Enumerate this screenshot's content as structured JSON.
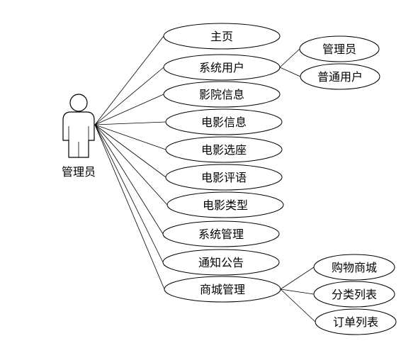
{
  "actor": {
    "label": "管理员"
  },
  "use_cases": [
    {
      "id": "home",
      "label": "主页"
    },
    {
      "id": "system-users",
      "label": "系统用户",
      "children": [
        {
          "id": "admin",
          "label": "管理员"
        },
        {
          "id": "regular-users",
          "label": "普通用户"
        }
      ]
    },
    {
      "id": "cinema-info",
      "label": "影院信息"
    },
    {
      "id": "movie-info",
      "label": "电影信息"
    },
    {
      "id": "seat-selection",
      "label": "电影选座"
    },
    {
      "id": "movie-reviews",
      "label": "电影评语"
    },
    {
      "id": "movie-types",
      "label": "电影类型"
    },
    {
      "id": "system-management",
      "label": "系统管理"
    },
    {
      "id": "notices",
      "label": "通知公告"
    },
    {
      "id": "mall-management",
      "label": "商城管理",
      "children": [
        {
          "id": "shopping-mall",
          "label": "购物商城"
        },
        {
          "id": "category-list",
          "label": "分类列表"
        },
        {
          "id": "order-list",
          "label": "订单列表"
        }
      ]
    }
  ]
}
